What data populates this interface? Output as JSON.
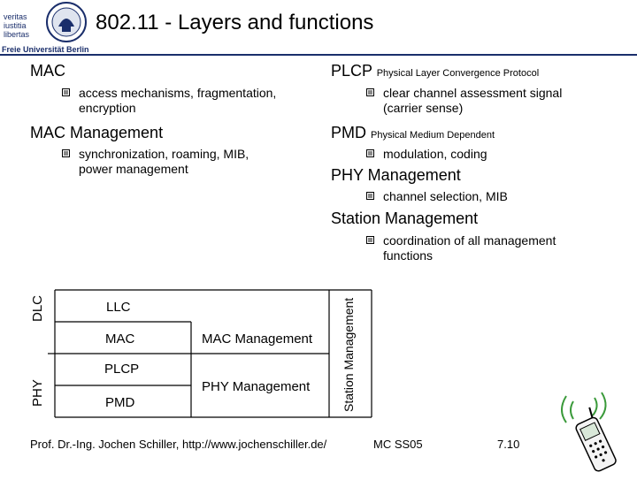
{
  "header": {
    "logo_lines": [
      "veritas",
      "iustitia",
      "libertas"
    ],
    "university": "Freie Universität Berlin",
    "title": "802.11 - Layers and functions"
  },
  "left": {
    "mac": {
      "heading": "MAC",
      "bullet_line1": "access mechanisms, fragmentation,",
      "bullet_line2": "encryption"
    },
    "mac_mgmt": {
      "heading": "MAC Management",
      "bullet_line1": "synchronization, roaming, MIB,",
      "bullet_line2": "power management"
    }
  },
  "right": {
    "plcp": {
      "heading": "PLCP",
      "heading_sub": "Physical Layer Convergence Protocol",
      "bullet_line1": "clear channel assessment signal",
      "bullet_line2": "(carrier sense)"
    },
    "pmd": {
      "heading": "PMD",
      "heading_sub": "Physical Medium Dependent",
      "bullet_line1": "modulation, coding"
    },
    "phy_mgmt": {
      "heading": "PHY Management",
      "bullet_line1": "channel selection, MIB"
    },
    "station_mgmt": {
      "heading": "Station Management",
      "bullet_line1": "coordination of all management",
      "bullet_line2": "functions"
    }
  },
  "diagram": {
    "side_dlc": "DLC",
    "side_phy": "PHY",
    "llc": "LLC",
    "mac": "MAC",
    "mac_mgmt": "MAC Management",
    "plcp": "PLCP",
    "pmd": "PMD",
    "phy_mgmt": "PHY Management",
    "station_mgmt": "Station Management"
  },
  "footer": {
    "author": "Prof. Dr.-Ing. Jochen Schiller, http://www.jochenschiller.de/",
    "course": "MC SS05",
    "page": "7.10"
  },
  "colors": {
    "brand": "#1a2e6b",
    "phone_green": "#3a9a3a"
  },
  "icons": [
    "university-seal-icon",
    "bullet-square-icon",
    "mobile-phone-icon"
  ]
}
